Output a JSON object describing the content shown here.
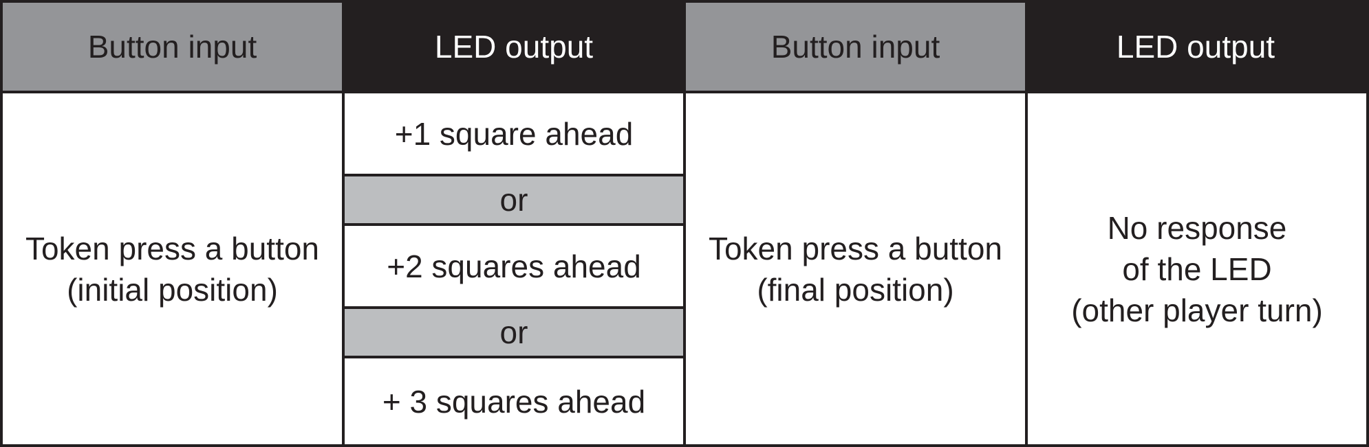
{
  "headers": [
    {
      "label": "Button input",
      "style": "gray"
    },
    {
      "label": "LED output",
      "style": "dark"
    },
    {
      "label": "Button input",
      "style": "gray"
    },
    {
      "label": "LED output",
      "style": "dark"
    }
  ],
  "col1": {
    "lines": [
      "Token press a button",
      "(initial position)"
    ]
  },
  "col2": {
    "options": [
      "+1 square ahead",
      "or",
      "+2 squares ahead",
      "or",
      "+ 3 squares ahead"
    ]
  },
  "col3": {
    "lines": [
      "Token press a button",
      "(final position)"
    ]
  },
  "col4": {
    "lines": [
      "No response",
      "of the LED",
      "(other player turn)"
    ]
  },
  "colors": {
    "border": "#231f20",
    "header_gray": "#949598",
    "header_dark": "#231f20",
    "or_fill": "#bcbec0"
  }
}
